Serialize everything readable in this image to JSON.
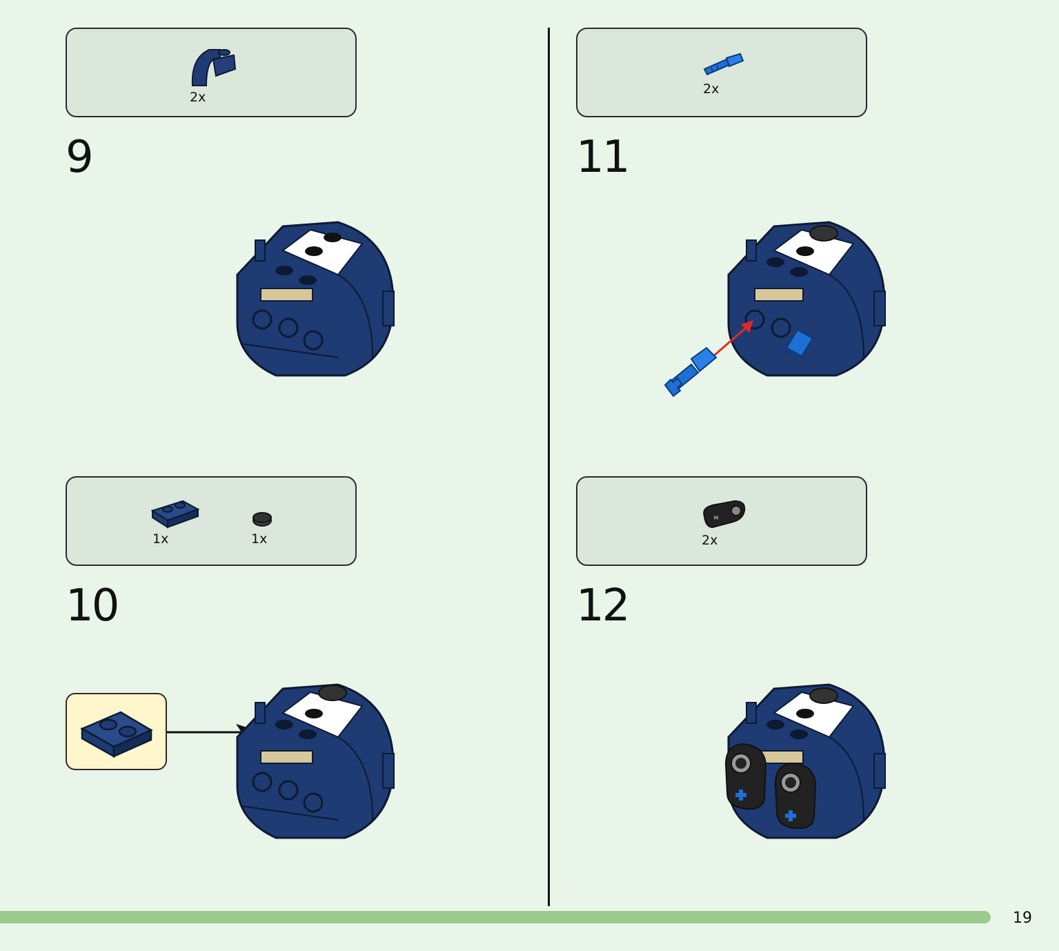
{
  "steps": [
    {
      "number": "9",
      "parts": [
        {
          "qty": "2x",
          "icon": "curved-slope-brick-icon",
          "color": "#1f3b73"
        }
      ]
    },
    {
      "number": "10",
      "parts": [
        {
          "qty": "1x",
          "icon": "plate-1x2-icon",
          "color": "#1f3b73"
        },
        {
          "qty": "1x",
          "icon": "round-tile-icon",
          "color": "#333333"
        }
      ]
    },
    {
      "number": "11",
      "parts": [
        {
          "qty": "2x",
          "icon": "axle-pin-icon",
          "color": "#1e6fd6"
        }
      ]
    },
    {
      "number": "12",
      "parts": [
        {
          "qty": "2x",
          "icon": "technic-beam-icon",
          "color": "#222222"
        }
      ]
    }
  ],
  "page_number": "19",
  "colors": {
    "background": "#eaf5ea",
    "box": "#dbe7da",
    "progress": "#9acb8a",
    "callout": "#fff6cc",
    "model_blue": "#1f3b73",
    "arrow_red": "#e02a2a"
  }
}
